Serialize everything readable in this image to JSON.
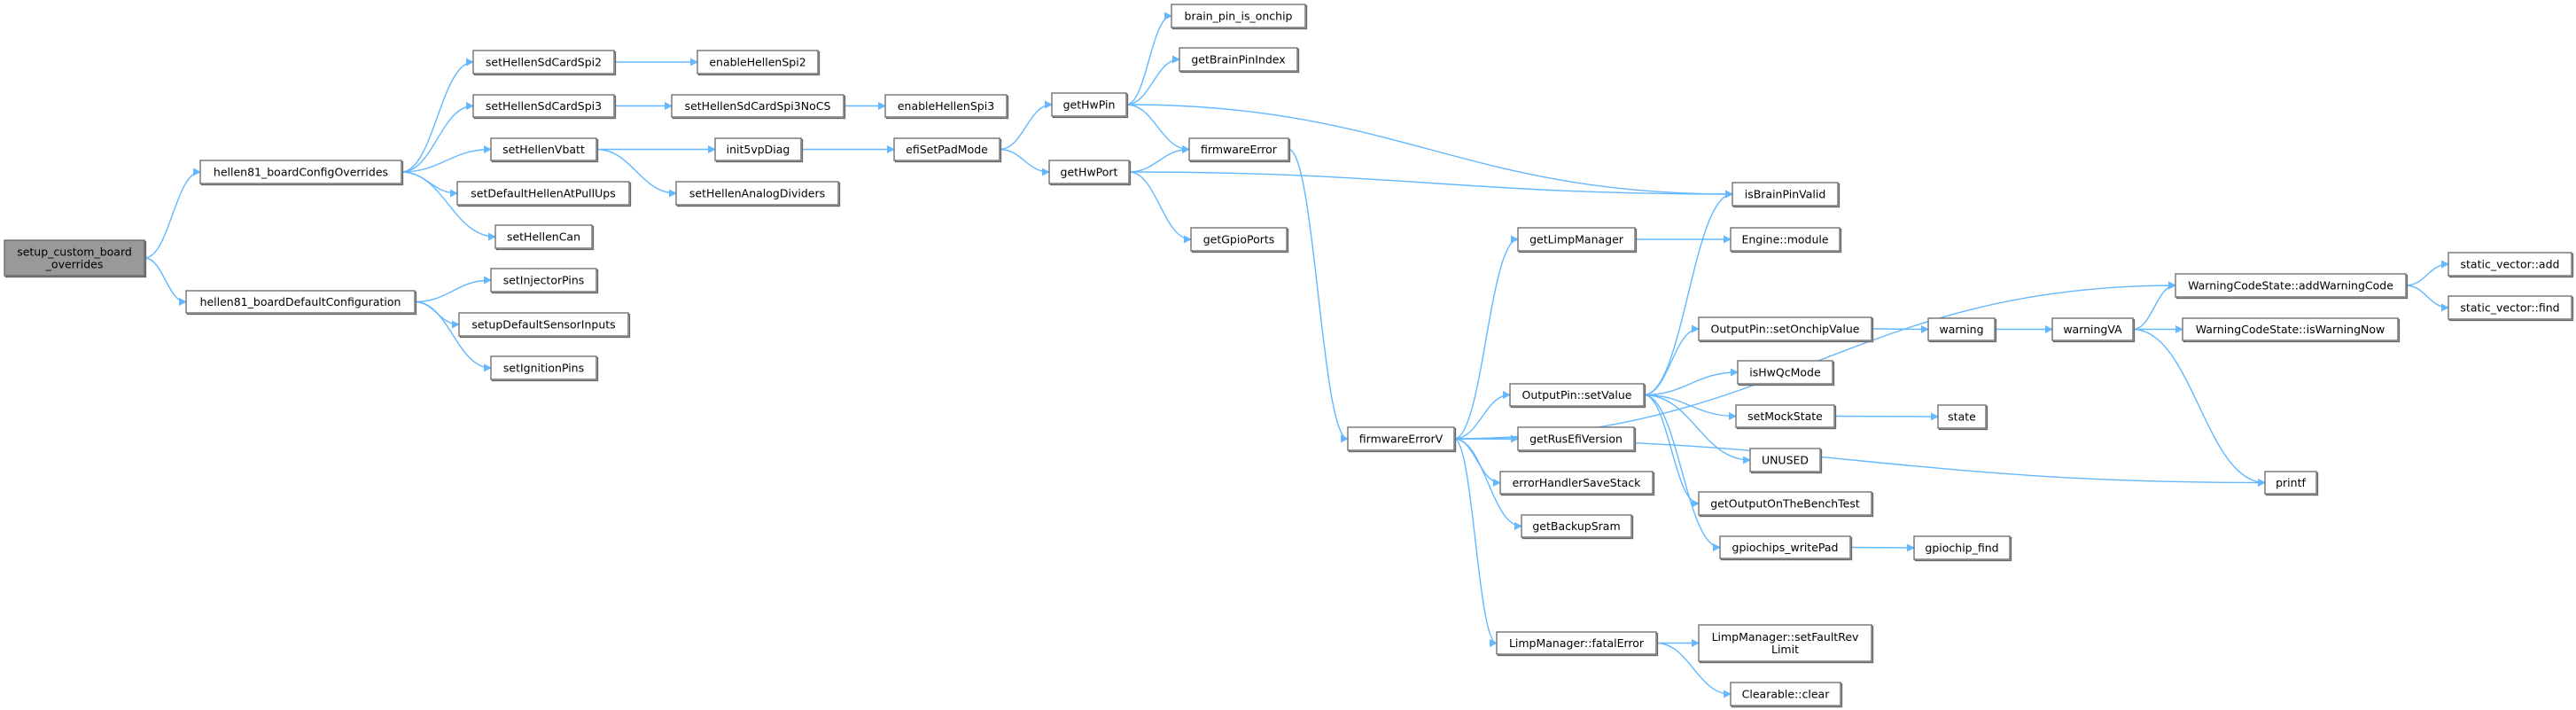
{
  "title": "Call graph of setup_custom_board_overrides",
  "colors": {
    "edge": "#63b8ff",
    "root_fill": "#999999",
    "node_fill": "#ffffff",
    "border": "#666666"
  },
  "nodes": [
    {
      "id": "setup",
      "lines": [
        "setup_custom_board",
        "_overrides"
      ],
      "root": true
    },
    {
      "id": "cfg",
      "lines": [
        "hellen81_boardConfigOverrides"
      ]
    },
    {
      "id": "def",
      "lines": [
        "hellen81_boardDefaultConfiguration"
      ]
    },
    {
      "id": "spi2",
      "lines": [
        "setHellenSdCardSpi2"
      ]
    },
    {
      "id": "enspi2",
      "lines": [
        "enableHellenSpi2"
      ]
    },
    {
      "id": "spi3",
      "lines": [
        "setHellenSdCardSpi3"
      ]
    },
    {
      "id": "spi3nocs",
      "lines": [
        "setHellenSdCardSpi3NoCS"
      ]
    },
    {
      "id": "enspi3",
      "lines": [
        "enableHellenSpi3"
      ]
    },
    {
      "id": "vbatt",
      "lines": [
        "setHellenVbatt"
      ]
    },
    {
      "id": "init5v",
      "lines": [
        "init5vpDiag"
      ]
    },
    {
      "id": "analog",
      "lines": [
        "setHellenAnalogDividers"
      ]
    },
    {
      "id": "pullups",
      "lines": [
        "setDefaultHellenAtPullUps"
      ]
    },
    {
      "id": "can",
      "lines": [
        "setHellenCan"
      ]
    },
    {
      "id": "inj",
      "lines": [
        "setInjectorPins"
      ]
    },
    {
      "id": "sensor",
      "lines": [
        "setupDefaultSensorInputs"
      ]
    },
    {
      "id": "ign",
      "lines": [
        "setIgnitionPins"
      ]
    },
    {
      "id": "padmode",
      "lines": [
        "efiSetPadMode"
      ]
    },
    {
      "id": "hwpin",
      "lines": [
        "getHwPin"
      ]
    },
    {
      "id": "hwport",
      "lines": [
        "getHwPort"
      ]
    },
    {
      "id": "onchip",
      "lines": [
        "brain_pin_is_onchip"
      ]
    },
    {
      "id": "pinidx",
      "lines": [
        "getBrainPinIndex"
      ]
    },
    {
      "id": "fwerr",
      "lines": [
        "firmwareError"
      ]
    },
    {
      "id": "gpioports",
      "lines": [
        "getGpioPorts"
      ]
    },
    {
      "id": "pinvalid",
      "lines": [
        "isBrainPinValid"
      ]
    },
    {
      "id": "limpmgr",
      "lines": [
        "getLimpManager"
      ]
    },
    {
      "id": "module",
      "lines": [
        "Engine::module"
      ]
    },
    {
      "id": "onchipval",
      "lines": [
        "OutputPin::setOnchipValue"
      ]
    },
    {
      "id": "warning",
      "lines": [
        "warning"
      ]
    },
    {
      "id": "warningva",
      "lines": [
        "warningVA"
      ]
    },
    {
      "id": "addwarn",
      "lines": [
        "WarningCodeState::addWarningCode"
      ]
    },
    {
      "id": "svadd",
      "lines": [
        "static_vector::add"
      ]
    },
    {
      "id": "svfind",
      "lines": [
        "static_vector::find"
      ]
    },
    {
      "id": "iswarn",
      "lines": [
        "WarningCodeState::isWarningNow"
      ]
    },
    {
      "id": "qc",
      "lines": [
        "isHwQcMode"
      ]
    },
    {
      "id": "setvalue",
      "lines": [
        "OutputPin::setValue"
      ]
    },
    {
      "id": "mock",
      "lines": [
        "setMockState"
      ]
    },
    {
      "id": "state",
      "lines": [
        "state"
      ]
    },
    {
      "id": "fwerrv",
      "lines": [
        "firmwareErrorV"
      ]
    },
    {
      "id": "rusefi",
      "lines": [
        "getRusEfiVersion"
      ]
    },
    {
      "id": "unused",
      "lines": [
        "UNUSED"
      ]
    },
    {
      "id": "savestack",
      "lines": [
        "errorHandlerSaveStack"
      ]
    },
    {
      "id": "bench",
      "lines": [
        "getOutputOnTheBenchTest"
      ]
    },
    {
      "id": "sram",
      "lines": [
        "getBackupSram"
      ]
    },
    {
      "id": "writepad",
      "lines": [
        "gpiochips_writePad"
      ]
    },
    {
      "id": "gpiofind",
      "lines": [
        "gpiochip_find"
      ]
    },
    {
      "id": "printf",
      "lines": [
        "printf"
      ]
    },
    {
      "id": "fatal",
      "lines": [
        "LimpManager::fatalError"
      ]
    },
    {
      "id": "revlimit",
      "lines": [
        "LimpManager::setFaultRev",
        "Limit"
      ]
    },
    {
      "id": "clear",
      "lines": [
        "Clearable::clear"
      ]
    }
  ],
  "edges": [
    [
      "setup",
      "cfg"
    ],
    [
      "setup",
      "def"
    ],
    [
      "cfg",
      "spi2"
    ],
    [
      "cfg",
      "spi3"
    ],
    [
      "cfg",
      "vbatt"
    ],
    [
      "cfg",
      "pullups"
    ],
    [
      "cfg",
      "can"
    ],
    [
      "def",
      "inj"
    ],
    [
      "def",
      "sensor"
    ],
    [
      "def",
      "ign"
    ],
    [
      "spi2",
      "enspi2"
    ],
    [
      "spi3",
      "spi3nocs"
    ],
    [
      "spi3nocs",
      "enspi3"
    ],
    [
      "vbatt",
      "init5v"
    ],
    [
      "vbatt",
      "analog"
    ],
    [
      "init5v",
      "padmode"
    ],
    [
      "padmode",
      "hwpin"
    ],
    [
      "padmode",
      "hwport"
    ],
    [
      "hwpin",
      "onchip"
    ],
    [
      "hwpin",
      "pinidx"
    ],
    [
      "hwpin",
      "fwerr"
    ],
    [
      "hwpin",
      "pinvalid"
    ],
    [
      "hwport",
      "fwerr"
    ],
    [
      "hwport",
      "pinvalid"
    ],
    [
      "hwport",
      "gpioports"
    ],
    [
      "fwerr",
      "fwerrv"
    ],
    [
      "fwerrv",
      "limpmgr"
    ],
    [
      "fwerrv",
      "addwarn"
    ],
    [
      "fwerrv",
      "setvalue"
    ],
    [
      "fwerrv",
      "rusefi"
    ],
    [
      "fwerrv",
      "savestack"
    ],
    [
      "fwerrv",
      "sram"
    ],
    [
      "fwerrv",
      "printf"
    ],
    [
      "fwerrv",
      "fatal"
    ],
    [
      "limpmgr",
      "module"
    ],
    [
      "setvalue",
      "pinvalid"
    ],
    [
      "setvalue",
      "onchipval"
    ],
    [
      "setvalue",
      "qc"
    ],
    [
      "setvalue",
      "mock"
    ],
    [
      "setvalue",
      "unused"
    ],
    [
      "setvalue",
      "bench"
    ],
    [
      "setvalue",
      "writepad"
    ],
    [
      "onchipval",
      "warning"
    ],
    [
      "warning",
      "warningva"
    ],
    [
      "warningva",
      "addwarn"
    ],
    [
      "warningva",
      "iswarn"
    ],
    [
      "warningva",
      "printf"
    ],
    [
      "addwarn",
      "svadd"
    ],
    [
      "addwarn",
      "svfind"
    ],
    [
      "mock",
      "state"
    ],
    [
      "writepad",
      "gpiofind"
    ],
    [
      "fatal",
      "revlimit"
    ],
    [
      "fatal",
      "clear"
    ]
  ]
}
